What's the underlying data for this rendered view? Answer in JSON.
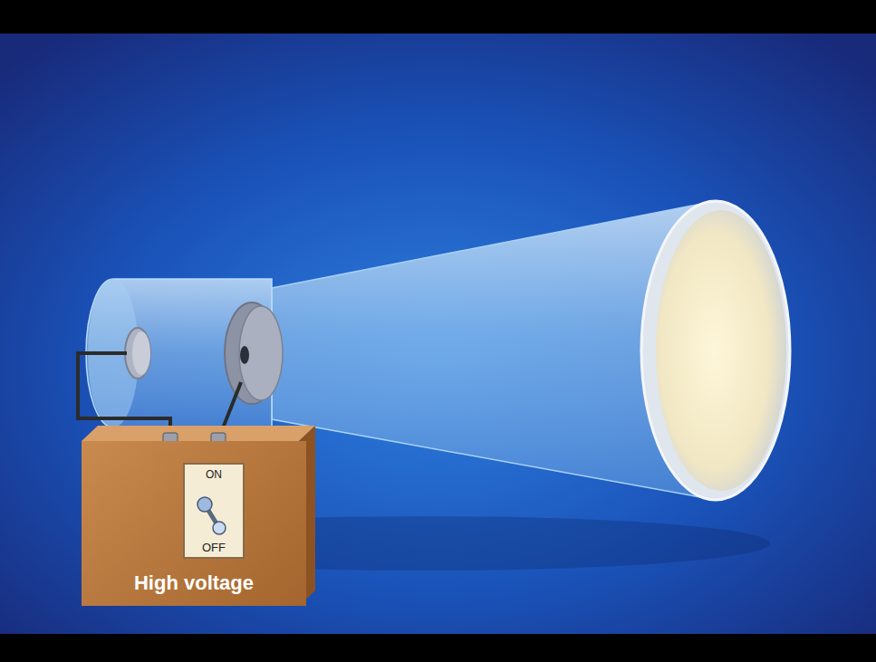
{
  "diagram": {
    "nodes": [
      {
        "text": [
          "High voltage"
        ]
      },
      {
        "text": [
          "ON",
          "OFF"
        ],
        "in": 0
      }
    ]
  }
}
